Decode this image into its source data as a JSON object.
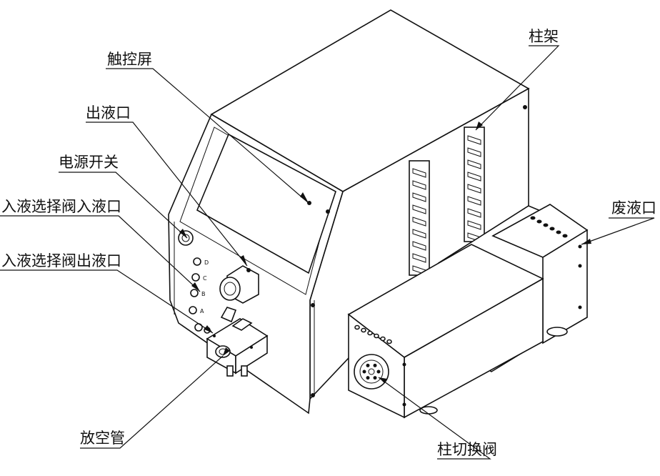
{
  "labels": {
    "touchscreen": "触控屏",
    "outlet": "出液口",
    "power_switch": "电源开关",
    "inlet_valve_inlet": "入液选择阀入液口",
    "inlet_valve_outlet": "入液选择阀出液口",
    "vent_tube": "放空管",
    "column_rack": "柱架",
    "waste_outlet": "废液口",
    "column_switch_valve": "柱切换阀"
  },
  "valve_port_letters": [
    "D",
    "C",
    "B",
    "A"
  ]
}
